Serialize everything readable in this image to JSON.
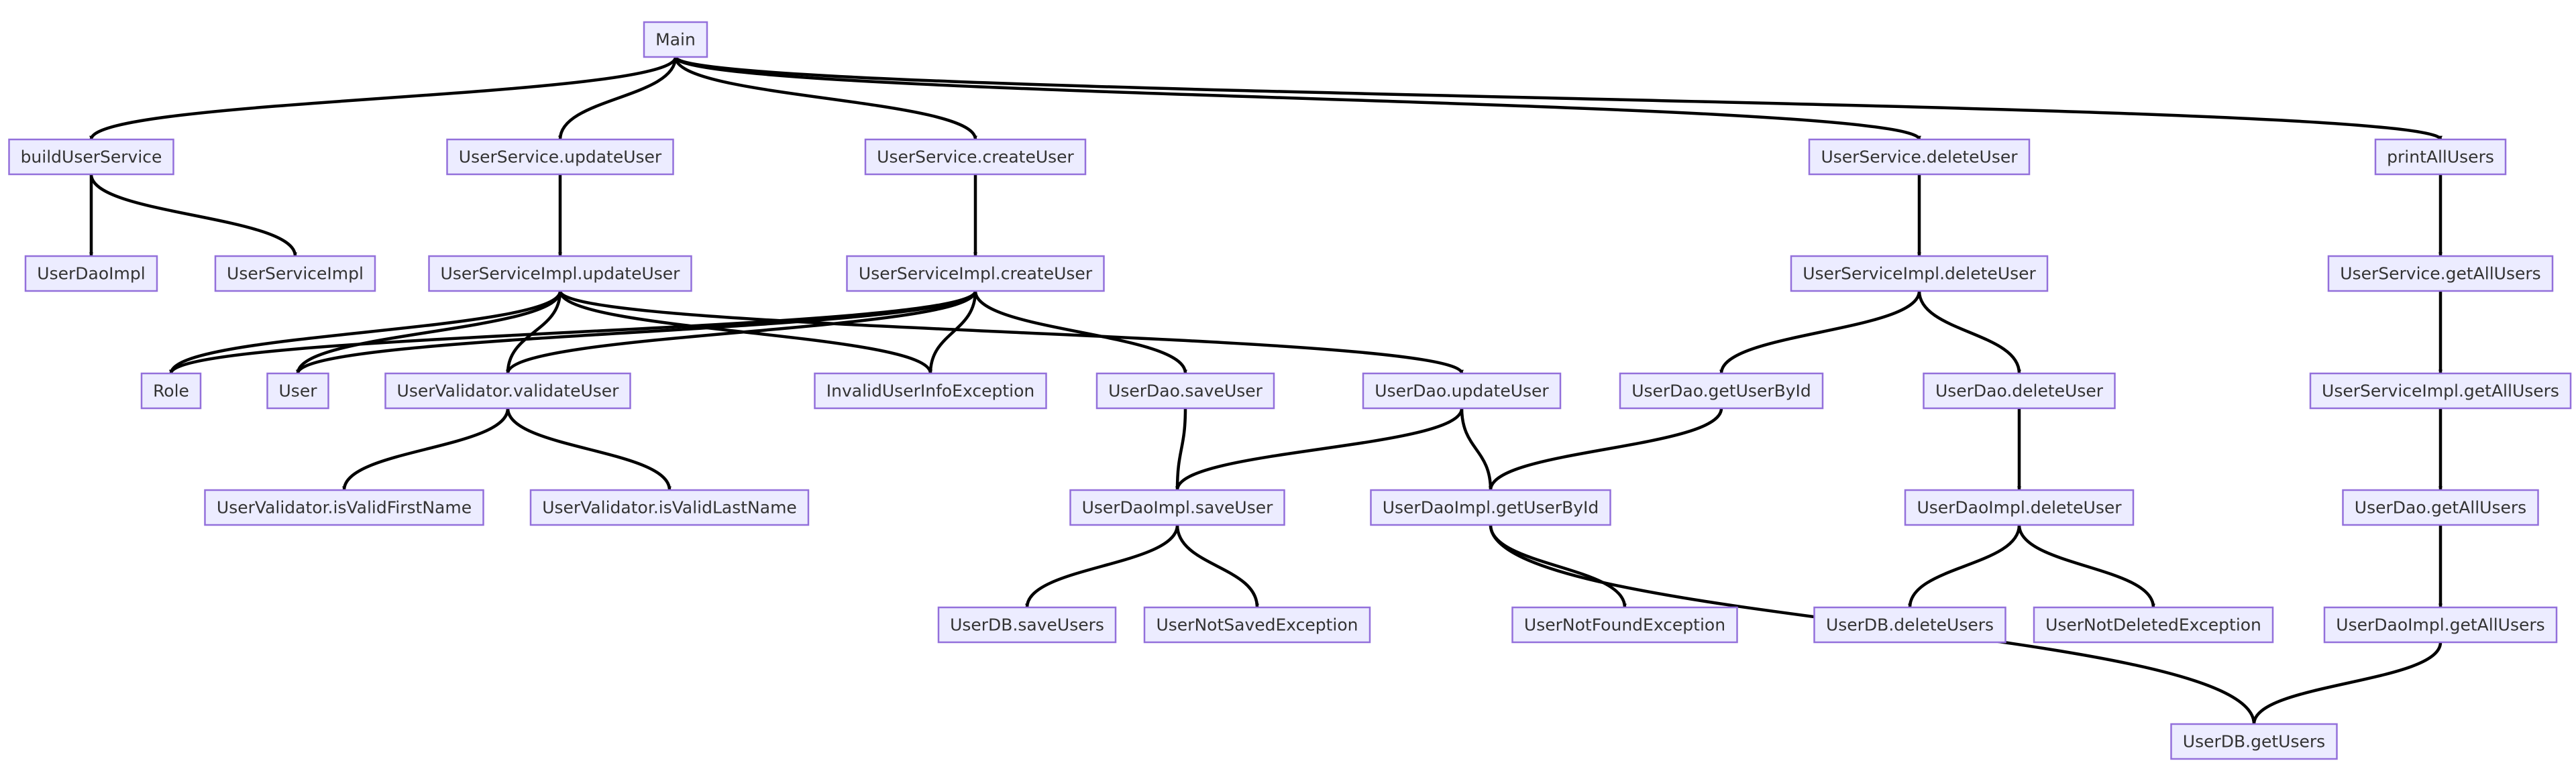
{
  "diagram": {
    "type": "call-graph",
    "colors": {
      "node_fill": "#ececff",
      "node_stroke": "#9370db",
      "edge": "#000000",
      "text": "#333333"
    },
    "nodes": [
      {
        "id": "main",
        "label": "Main"
      },
      {
        "id": "buildUserService",
        "label": "buildUserService"
      },
      {
        "id": "userServiceUpdateUser",
        "label": "UserService.updateUser"
      },
      {
        "id": "userServiceCreateUser",
        "label": "UserService.createUser"
      },
      {
        "id": "userServiceDeleteUser",
        "label": "UserService.deleteUser"
      },
      {
        "id": "printAllUsers",
        "label": "printAllUsers"
      },
      {
        "id": "userDaoImpl",
        "label": "UserDaoImpl"
      },
      {
        "id": "userServiceImpl",
        "label": "UserServiceImpl"
      },
      {
        "id": "userServiceImplUpdateUser",
        "label": "UserServiceImpl.updateUser"
      },
      {
        "id": "userServiceImplCreateUser",
        "label": "UserServiceImpl.createUser"
      },
      {
        "id": "userServiceImplDeleteUser",
        "label": "UserServiceImpl.deleteUser"
      },
      {
        "id": "userServiceGetAllUsers",
        "label": "UserService.getAllUsers"
      },
      {
        "id": "role",
        "label": "Role"
      },
      {
        "id": "user",
        "label": "User"
      },
      {
        "id": "userValidatorValidateUser",
        "label": "UserValidator.validateUser"
      },
      {
        "id": "invalidUserInfoException",
        "label": "InvalidUserInfoException"
      },
      {
        "id": "userDaoSaveUser",
        "label": "UserDao.saveUser"
      },
      {
        "id": "userDaoUpdateUser",
        "label": "UserDao.updateUser"
      },
      {
        "id": "userDaoGetUserById",
        "label": "UserDao.getUserById"
      },
      {
        "id": "userDaoDeleteUser",
        "label": "UserDao.deleteUser"
      },
      {
        "id": "userServiceImplGetAllUsers",
        "label": "UserServiceImpl.getAllUsers"
      },
      {
        "id": "isValidFirstName",
        "label": "UserValidator.isValidFirstName"
      },
      {
        "id": "isValidLastName",
        "label": "UserValidator.isValidLastName"
      },
      {
        "id": "userDaoImplSaveUser",
        "label": "UserDaoImpl.saveUser"
      },
      {
        "id": "userDaoImplGetUserById",
        "label": "UserDaoImpl.getUserById"
      },
      {
        "id": "userDaoImplDeleteUser",
        "label": "UserDaoImpl.deleteUser"
      },
      {
        "id": "userDaoGetAllUsers",
        "label": "UserDao.getAllUsers"
      },
      {
        "id": "userDbSaveUsers",
        "label": "UserDB.saveUsers"
      },
      {
        "id": "userNotSavedException",
        "label": "UserNotSavedException"
      },
      {
        "id": "userNotFoundException",
        "label": "UserNotFoundException"
      },
      {
        "id": "userDbDeleteUsers",
        "label": "UserDB.deleteUsers"
      },
      {
        "id": "userNotDeletedException",
        "label": "UserNotDeletedException"
      },
      {
        "id": "userDaoImplGetAllUsers",
        "label": "UserDaoImpl.getAllUsers"
      },
      {
        "id": "userDbGetUsers",
        "label": "UserDB.getUsers"
      }
    ],
    "edges": [
      {
        "from": "main",
        "to": "buildUserService"
      },
      {
        "from": "main",
        "to": "userServiceUpdateUser"
      },
      {
        "from": "main",
        "to": "userServiceCreateUser"
      },
      {
        "from": "main",
        "to": "userServiceDeleteUser"
      },
      {
        "from": "main",
        "to": "printAllUsers"
      },
      {
        "from": "buildUserService",
        "to": "userDaoImpl"
      },
      {
        "from": "buildUserService",
        "to": "userServiceImpl"
      },
      {
        "from": "userServiceUpdateUser",
        "to": "userServiceImplUpdateUser"
      },
      {
        "from": "userServiceCreateUser",
        "to": "userServiceImplCreateUser"
      },
      {
        "from": "userServiceDeleteUser",
        "to": "userServiceImplDeleteUser"
      },
      {
        "from": "printAllUsers",
        "to": "userServiceGetAllUsers"
      },
      {
        "from": "userServiceImplUpdateUser",
        "to": "role"
      },
      {
        "from": "userServiceImplUpdateUser",
        "to": "user"
      },
      {
        "from": "userServiceImplUpdateUser",
        "to": "userValidatorValidateUser"
      },
      {
        "from": "userServiceImplUpdateUser",
        "to": "invalidUserInfoException"
      },
      {
        "from": "userServiceImplUpdateUser",
        "to": "userDaoUpdateUser"
      },
      {
        "from": "userServiceImplCreateUser",
        "to": "role"
      },
      {
        "from": "userServiceImplCreateUser",
        "to": "user"
      },
      {
        "from": "userServiceImplCreateUser",
        "to": "userValidatorValidateUser"
      },
      {
        "from": "userServiceImplCreateUser",
        "to": "invalidUserInfoException"
      },
      {
        "from": "userServiceImplCreateUser",
        "to": "userDaoSaveUser"
      },
      {
        "from": "userServiceImplDeleteUser",
        "to": "userDaoGetUserById"
      },
      {
        "from": "userServiceImplDeleteUser",
        "to": "userDaoDeleteUser"
      },
      {
        "from": "userServiceGetAllUsers",
        "to": "userServiceImplGetAllUsers"
      },
      {
        "from": "userValidatorValidateUser",
        "to": "isValidFirstName"
      },
      {
        "from": "userValidatorValidateUser",
        "to": "isValidLastName"
      },
      {
        "from": "userDaoSaveUser",
        "to": "userDaoImplSaveUser"
      },
      {
        "from": "userDaoUpdateUser",
        "to": "userDaoImplSaveUser"
      },
      {
        "from": "userDaoUpdateUser",
        "to": "userDaoImplGetUserById"
      },
      {
        "from": "userDaoGetUserById",
        "to": "userDaoImplGetUserById"
      },
      {
        "from": "userDaoDeleteUser",
        "to": "userDaoImplDeleteUser"
      },
      {
        "from": "userServiceImplGetAllUsers",
        "to": "userDaoGetAllUsers"
      },
      {
        "from": "userDaoImplSaveUser",
        "to": "userDbSaveUsers"
      },
      {
        "from": "userDaoImplSaveUser",
        "to": "userNotSavedException"
      },
      {
        "from": "userDaoImplGetUserById",
        "to": "userNotFoundException"
      },
      {
        "from": "userDaoImplGetUserById",
        "to": "userDbGetUsers"
      },
      {
        "from": "userDaoImplDeleteUser",
        "to": "userDbDeleteUsers"
      },
      {
        "from": "userDaoImplDeleteUser",
        "to": "userNotDeletedException"
      },
      {
        "from": "userDaoGetAllUsers",
        "to": "userDaoImplGetAllUsers"
      },
      {
        "from": "userDaoImplGetAllUsers",
        "to": "userDbGetUsers"
      }
    ]
  }
}
